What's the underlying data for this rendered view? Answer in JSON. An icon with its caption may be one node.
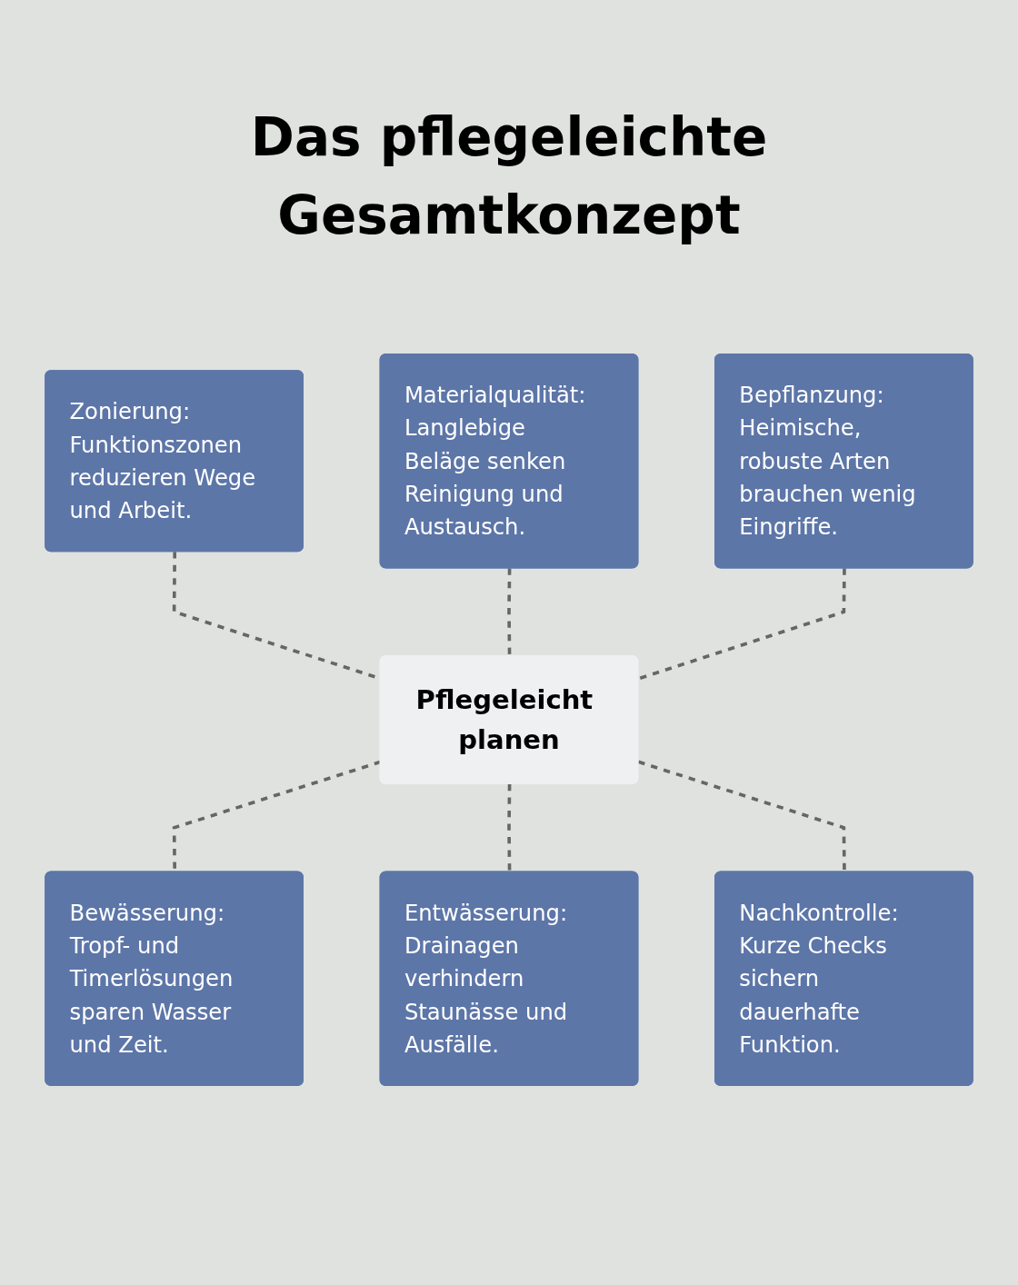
{
  "diagram": {
    "title": "Das pflegeleichte Gesamtkonzept",
    "nodes": [
      {
        "text": [
          "Zonierung: Funktionszonen reduzieren Wege und Arbeit."
        ]
      },
      {
        "text": [
          "Materialqualität: Langlebige Beläge senken Reinigung und Austausch."
        ]
      },
      {
        "text": [
          "Bepflanzung: Heimische, robuste Arten brauchen wenig Eingriffe."
        ]
      },
      {
        "text": [
          "Pflegeleicht planen"
        ]
      },
      {
        "text": [
          "Bewässerung: Tropf- und Timerlösungen sparen Wasser und Zeit."
        ]
      },
      {
        "text": [
          "Entwässerung: Drainagen verhindern Staunässe und Ausfälle."
        ]
      },
      {
        "text": [
          "Nachkontrolle: Kurze Checks sichern dauerhafte Funktion."
        ]
      }
    ],
    "edges": [
      {
        "from": 0,
        "to": 3,
        "arrow": "none",
        "style": "dashed"
      },
      {
        "from": 1,
        "to": 3,
        "arrow": "none",
        "style": "dashed"
      },
      {
        "from": 2,
        "to": 3,
        "arrow": "none",
        "style": "dashed"
      },
      {
        "from": 3,
        "to": 4,
        "arrow": "none",
        "style": "dashed"
      },
      {
        "from": 3,
        "to": 5,
        "arrow": "none",
        "style": "dashed"
      },
      {
        "from": 3,
        "to": 6,
        "arrow": "none",
        "style": "dashed"
      }
    ]
  }
}
